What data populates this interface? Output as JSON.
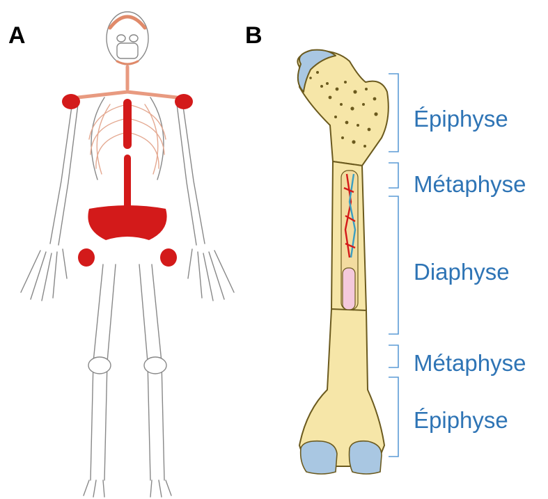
{
  "panels": {
    "a_label": "A",
    "b_label": "B"
  },
  "bone_regions": [
    {
      "label": "Épiphyse"
    },
    {
      "label": "Métaphyse"
    },
    {
      "label": "Diaphyse"
    },
    {
      "label": "Métaphyse"
    },
    {
      "label": "Épiphyse"
    }
  ],
  "colors": {
    "red_marrow": "#d31a1a",
    "bone_fill": "#f6e6a8",
    "cartilage": "#a9c7e2",
    "label_blue": "#2e74b5",
    "bracket_blue": "#5b9bd5",
    "spongy_dots": "#6b5a1e"
  }
}
